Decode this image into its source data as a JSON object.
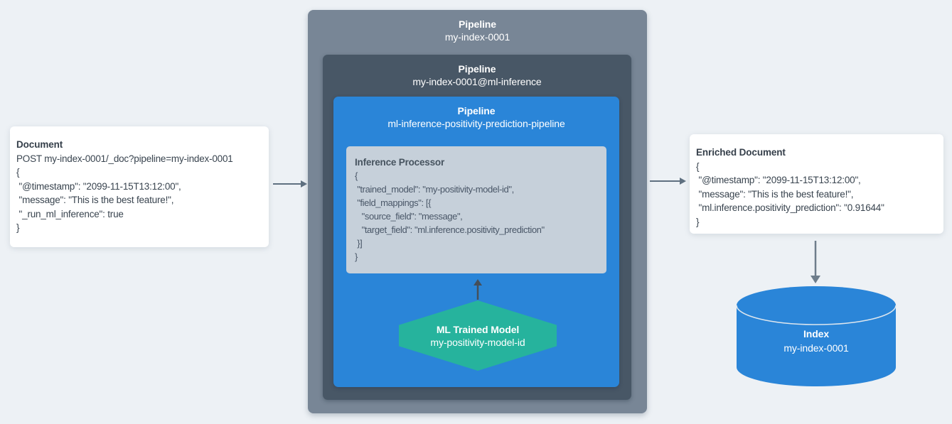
{
  "colors": {
    "background": "#edf1f5",
    "outer_pipeline_box": "#788696",
    "ml_inference_pipeline_box": "#485766",
    "inference_pipeline_box": "#2a85d8",
    "inference_processor_card": "#c6d0da",
    "trained_model_hexagon": "#26b39d",
    "index_cylinder": "#2a85d8",
    "document_card": "#ffffff",
    "arrow_gray": "#5f7080",
    "arrow_dark": "#454f5a"
  },
  "document_card": {
    "title": "Document",
    "lines": [
      "POST my-index-0001/_doc?pipeline=my-index-0001",
      "{",
      " \"@timestamp\": \"2099-11-15T13:12:00\",",
      " \"message\": \"This is the best feature!\",",
      " \"_run_ml_inference\": true",
      "}"
    ]
  },
  "pipelines": {
    "outer": {
      "label": "Pipeline",
      "name": "my-index-0001"
    },
    "ml_inference": {
      "label": "Pipeline",
      "name": "my-index-0001@ml-inference"
    },
    "inference": {
      "label": "Pipeline",
      "name": "ml-inference-positivity-prediction-pipeline"
    }
  },
  "inference_processor": {
    "title": "Inference Processor",
    "lines": [
      "{",
      " \"trained_model\": \"my-positivity-model-id\",",
      " \"field_mappings\": [{",
      "   \"source_field\": \"message\",",
      "   \"target_field\": \"ml.inference.positivity_prediction\"",
      " }]",
      "}"
    ]
  },
  "trained_model": {
    "title": "ML Trained Model",
    "name": "my-positivity-model-id"
  },
  "enriched_card": {
    "title": "Enriched Document",
    "lines": [
      "{",
      " \"@timestamp\": \"2099-11-15T13:12:00\",",
      " \"message\": \"This is the best feature!\",",
      " \"ml.inference.positivity_prediction\": \"0.91644\"",
      "}"
    ]
  },
  "index": {
    "title": "Index",
    "name": "my-index-0001"
  }
}
